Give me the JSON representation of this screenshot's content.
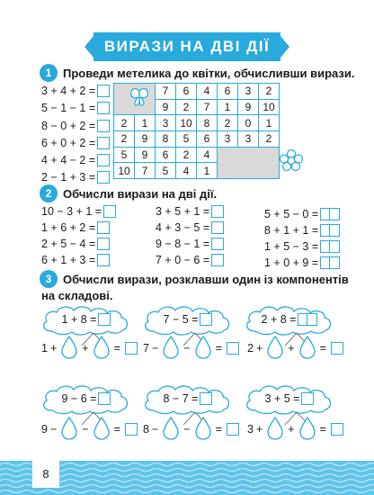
{
  "banner": "вирази на дві дії",
  "task1": {
    "number": "1",
    "title": "Проведи метелика до квітки, обчисливши вирази.",
    "expressions": [
      "3 + 4 + 2 =",
      "5 − 1 − 1 =",
      "8 − 0 + 2 =",
      "6 + 0 + 2 =",
      "4 + 4 − 2 =",
      "2 − 1 + 3 ="
    ],
    "grid": [
      [
        "",
        "",
        "7",
        "6",
        "4",
        "6",
        "3",
        "2"
      ],
      [
        "",
        "",
        "9",
        "2",
        "7",
        "1",
        "9",
        "10"
      ],
      [
        "2",
        "1",
        "3",
        "10",
        "8",
        "2",
        "0",
        "1"
      ],
      [
        "2",
        "9",
        "8",
        "5",
        "6",
        "3",
        "3",
        "2"
      ],
      [
        "5",
        "9",
        "6",
        "2",
        "4",
        "",
        "",
        ""
      ],
      [
        "10",
        "7",
        "5",
        "4",
        "1",
        "",
        "",
        ""
      ]
    ],
    "start_icon": "butterfly-icon",
    "finish_icon": "flower-icon"
  },
  "task2": {
    "number": "2",
    "title": "Обчисли вирази на дві дії.",
    "col1": [
      "10 − 3 + 1 =",
      "1 + 6 + 2 =",
      "2 + 5 − 4 =",
      "6 + 1 + 3 ="
    ],
    "col2": [
      "3 + 5 + 1 =",
      "4 + 3 − 5 =",
      "9 − 8 − 1 =",
      "7 + 0 − 6 ="
    ],
    "col3": [
      "5 + 5 − 0 =",
      "8 + 1 + 1 =",
      "1 + 5 − 3 =",
      "1 + 0 + 9 ="
    ]
  },
  "task3": {
    "number": "3",
    "title_line1": "Обчисли вирази, розклавши один із компонентів",
    "title_line2": "на складові.",
    "clouds": [
      "1 + 8 =",
      "7 − 5 =",
      "2 + 8 =",
      "9 − 6 =",
      "8 − 7 =",
      "3 + 5 ="
    ],
    "decomps": [
      {
        "a": "1",
        "op1": "+",
        "op2": "+",
        "eq": "="
      },
      {
        "a": "7",
        "op1": "−",
        "op2": "−",
        "eq": "="
      },
      {
        "a": "2",
        "op1": "+",
        "op2": "+",
        "eq": "="
      },
      {
        "a": "9",
        "op1": "−",
        "op2": "−",
        "eq": "="
      },
      {
        "a": "8",
        "op1": "−",
        "op2": "−",
        "eq": "="
      },
      {
        "a": "3",
        "op1": "+",
        "op2": "+",
        "eq": "="
      }
    ]
  },
  "page_number": "8",
  "colors": {
    "accent": "#29a9dc",
    "gray": "#d9d9d9",
    "water": "#5fc3ea"
  }
}
